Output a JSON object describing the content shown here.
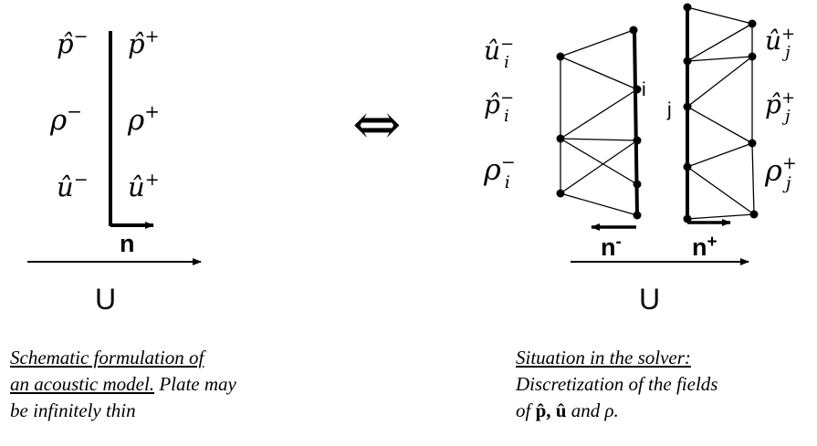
{
  "left": {
    "symbols": [
      {
        "key": "p_minus",
        "base": "p̂",
        "sup": "−"
      },
      {
        "key": "p_plus",
        "base": "p̂",
        "sup": "+"
      },
      {
        "key": "rho_minus",
        "base": "ρ",
        "sup": "−"
      },
      {
        "key": "rho_plus",
        "base": "ρ",
        "sup": "+"
      },
      {
        "key": "u_minus",
        "base": "û",
        "sup": "−"
      },
      {
        "key": "u_plus",
        "base": "û",
        "sup": "+"
      }
    ],
    "normal_label": "n",
    "flow_label": "U",
    "caption": {
      "underlined_lines": [
        "Schematic formulation of",
        "an acoustic model."
      ],
      "plain_tail": " Plate may",
      "last_line": "be infinitely thin"
    }
  },
  "center": {
    "equivalence_symbol": "⇔"
  },
  "right": {
    "left_symbols": [
      {
        "key": "u_i",
        "base": "û",
        "sup": "−",
        "sub": "i"
      },
      {
        "key": "p_i",
        "base": "p̂",
        "sup": "−",
        "sub": "i"
      },
      {
        "key": "rho_i",
        "base": "ρ",
        "sup": "−",
        "sub": "i"
      }
    ],
    "right_symbols": [
      {
        "key": "u_j",
        "base": "û",
        "sup": "+",
        "sub": "j"
      },
      {
        "key": "p_j",
        "base": "p̂",
        "sup": "+",
        "sub": "j"
      },
      {
        "key": "rho_j",
        "base": "ρ",
        "sup": "+",
        "sub": "j"
      }
    ],
    "node_label_left": "i",
    "node_label_right": "j",
    "normal_minus_label": "n",
    "normal_minus_sup": "-",
    "normal_plus_label": "n",
    "normal_plus_sup": "+",
    "flow_label": "U",
    "caption": {
      "underlined_line": "Situation in the solver:",
      "line2": "Discretization of the fields",
      "line3_prefix": "of  ",
      "line3_math": "p̂, û",
      "line3_mid": " and ",
      "line3_rho": "ρ",
      "line3_end": "."
    }
  }
}
